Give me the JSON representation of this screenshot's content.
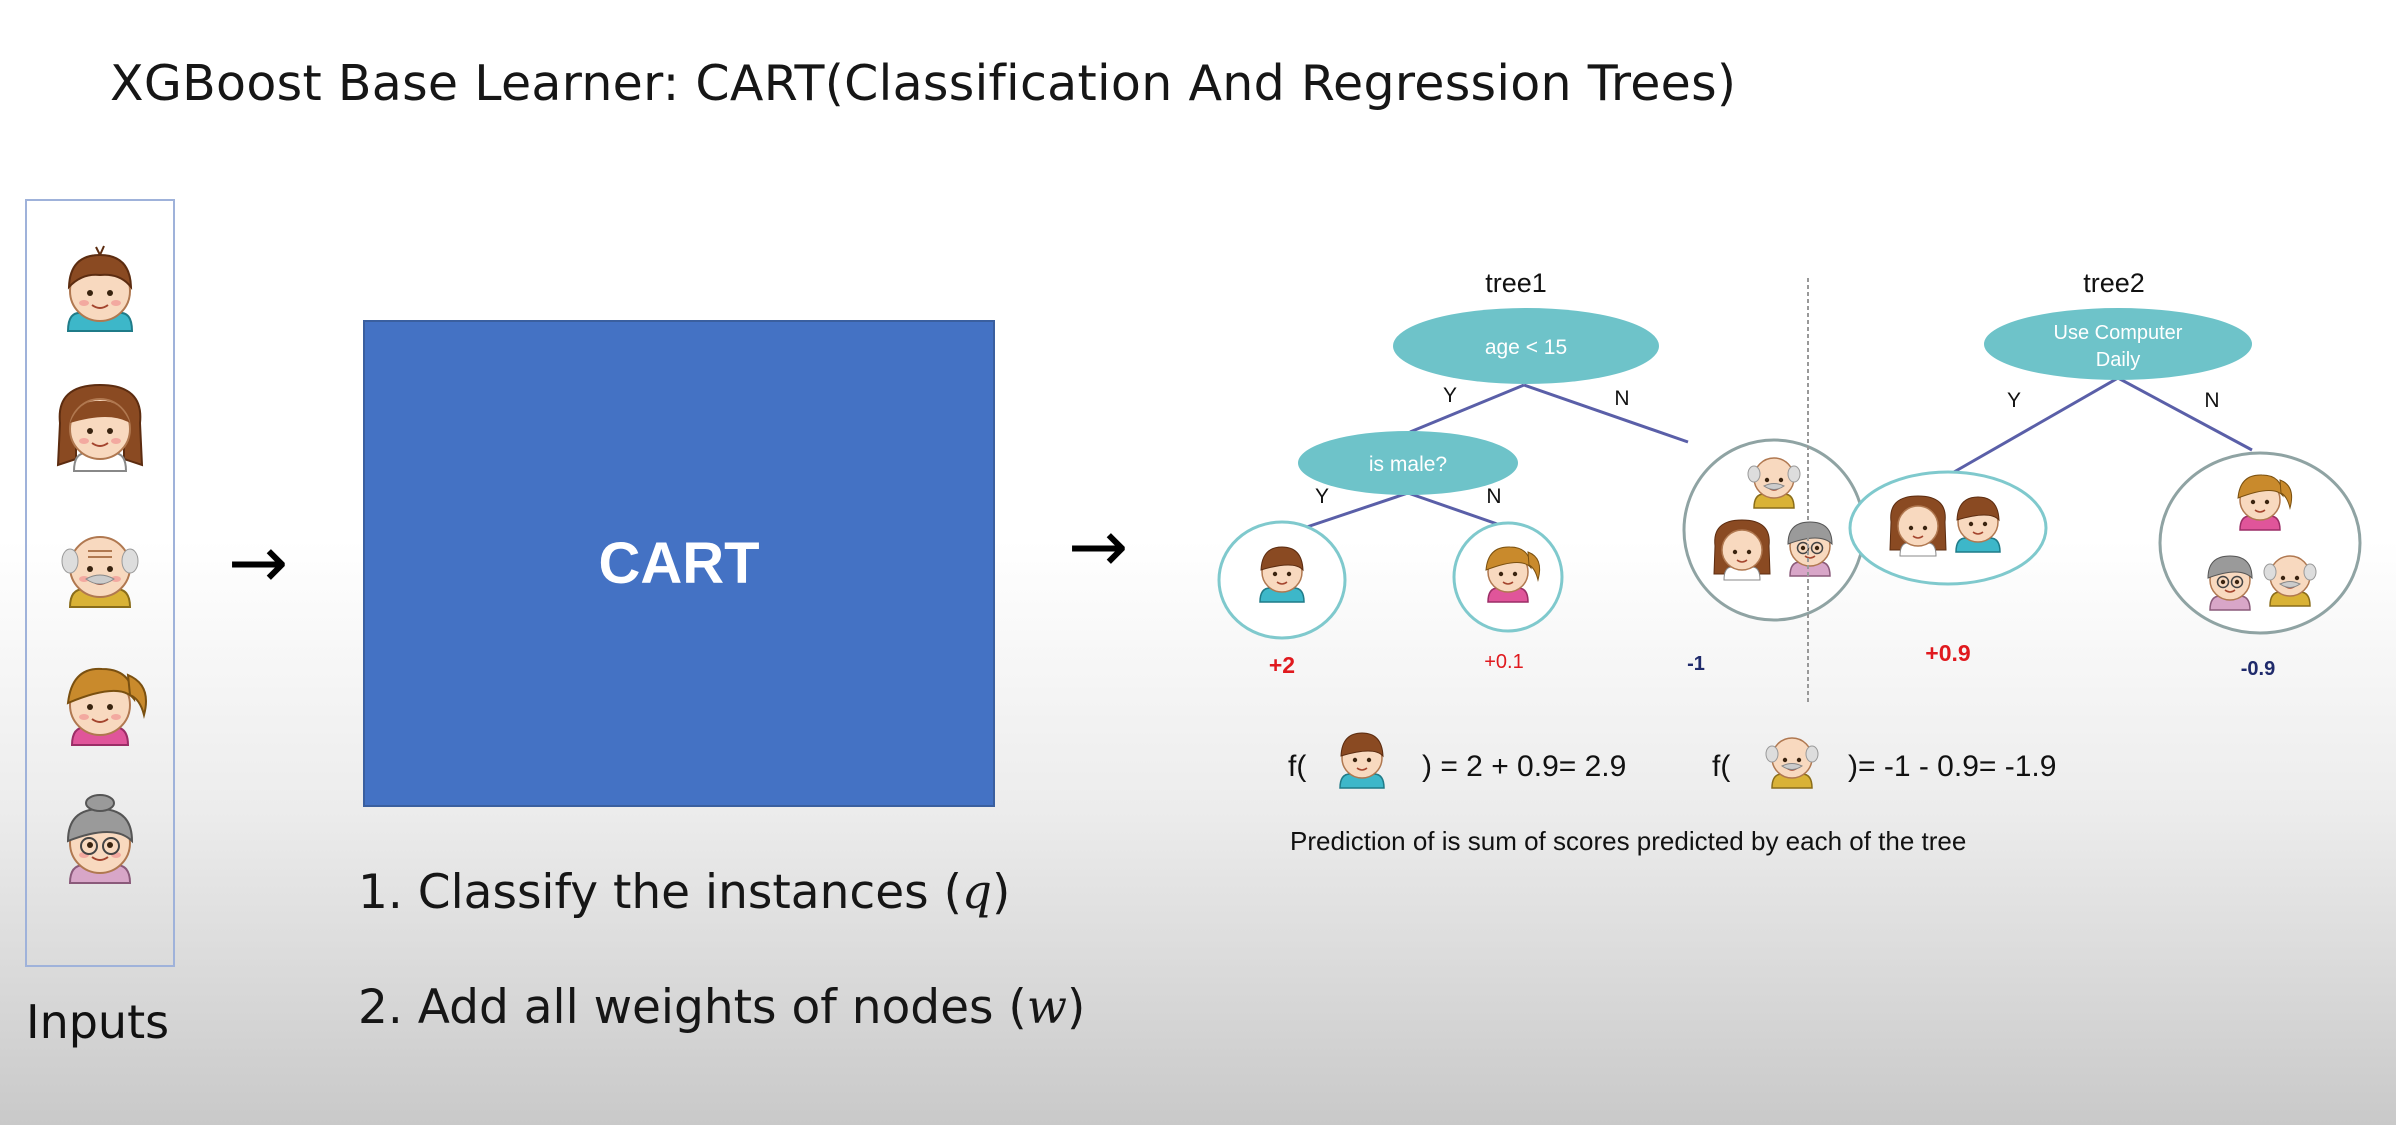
{
  "title": "XGBoost Base Learner: CART(Classification And Regression Trees)",
  "inputs": {
    "label": "Inputs",
    "people": [
      "boy",
      "girl",
      "grandpa",
      "woman",
      "grandma"
    ]
  },
  "arrow_glyph": "→",
  "cart": {
    "label": "CART",
    "color": "#4472c4"
  },
  "steps": {
    "step1_prefix": "1.  Classify the instances (",
    "step1_var": "q",
    "step1_suffix": ")",
    "step2_prefix": "2. Add all weights of nodes (",
    "step2_var": "w",
    "step2_suffix": ")"
  },
  "tree1": {
    "title": "tree1",
    "root": "age < 15",
    "inner": "is male?",
    "yes": "Y",
    "no": "N",
    "leaf_scores": [
      "+2",
      "+0.1",
      "-1"
    ]
  },
  "tree2": {
    "title": "tree2",
    "root_line1": "Use Computer",
    "root_line2": "Daily",
    "yes": "Y",
    "no": "N",
    "leaf_scores": [
      "+0.9",
      "-0.9"
    ]
  },
  "formula": {
    "f_open": "f(",
    "boy_result": ") = 2 + 0.9= 2.9",
    "grandpa_result": ")= -1 - 0.9= -1.9"
  },
  "caption": "Prediction of is sum of scores predicted by each of the tree",
  "colors": {
    "node_fill": "#6ec3c9",
    "edge": "#5a5fa8",
    "positive": "#e0191e",
    "negative": "#1f2a6b"
  }
}
